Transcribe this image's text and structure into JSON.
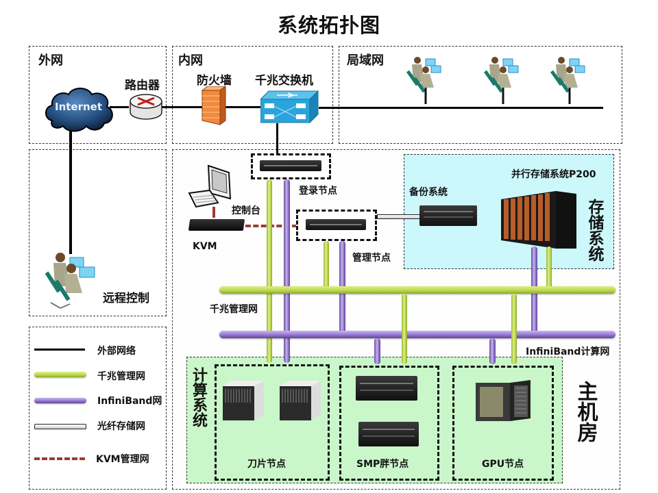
{
  "title": "系统拓扑图",
  "zones": {
    "external": "外网",
    "internal": "内网",
    "lan": "局域网",
    "storage": "存储系统",
    "compute": "计算系统",
    "machine_room": "主机房"
  },
  "devices": {
    "internet": "Internet",
    "router": "路由器",
    "firewall": "防火墙",
    "switch": "千兆交换机",
    "remote_control": "远程控制",
    "console": "控制台",
    "kvm": "KVM",
    "login_node": "登录节点",
    "mgmt_node": "管理节点",
    "backup_system": "备份系统",
    "parallel_storage": "并行存储系统P200",
    "blade_nodes": "刀片节点",
    "smp_nodes": "SMP胖节点",
    "gpu_nodes": "GPU节点"
  },
  "networks": {
    "gigabit_mgmt": "千兆管理网",
    "infiniband_compute": "InfiniBand计算网"
  },
  "legend": [
    {
      "label": "外部网络",
      "style": "solid-black",
      "color": "#000000"
    },
    {
      "label": "千兆管理网",
      "style": "pipe-green",
      "color": "#bcd84e"
    },
    {
      "label": "InfiniBand网",
      "style": "pipe-purple",
      "color": "#9577d2"
    },
    {
      "label": "光纤存储网",
      "style": "pipe-white",
      "color": "#e0e0e0"
    },
    {
      "label": "KVM管理网",
      "style": "dashed-red",
      "color": "#9b3b36"
    }
  ],
  "colors": {
    "storage_bg": "#ccf7fb",
    "compute_bg": "#c9f7c9",
    "gigabit": "#bcd84e",
    "infiniband": "#9577d2",
    "kvm": "#9b3b36"
  }
}
